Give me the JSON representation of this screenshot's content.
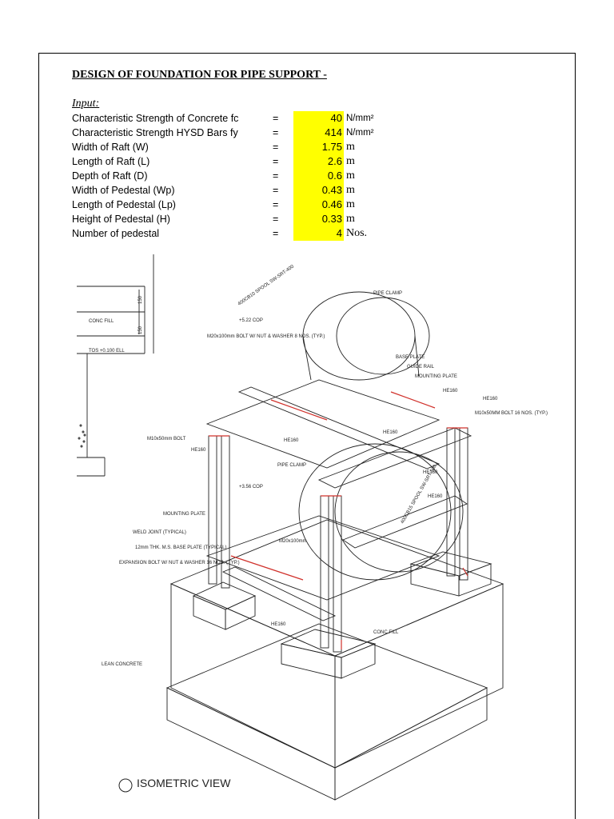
{
  "document": {
    "title": "DESIGN OF FOUNDATION FOR PIPE SUPPORT -",
    "input_heading": "Input:"
  },
  "inputs": [
    {
      "label": "Characteristic Strength of Concrete fc",
      "eq": "=",
      "value": "40",
      "unit": "N/mm²",
      "unit_style": "sans"
    },
    {
      "label": "Characteristic Strength HYSD Bars fy",
      "eq": "=",
      "value": "414",
      "unit": "N/mm²",
      "unit_style": "sans"
    },
    {
      "label": "Width of Raft (W)",
      "eq": "=",
      "value": "1.75",
      "unit": "m",
      "unit_style": "serif"
    },
    {
      "label": "Length of Raft (L)",
      "eq": "=",
      "value": "2.6",
      "unit": "m",
      "unit_style": "serif"
    },
    {
      "label": "Depth of Raft (D)",
      "eq": "=",
      "value": "0.6",
      "unit": "m",
      "unit_style": "serif"
    },
    {
      "label": "Width of Pedestal (Wp)",
      "eq": "=",
      "value": "0.43",
      "unit": "m",
      "unit_style": "serif"
    },
    {
      "label": "Length of Pedestal (Lp)",
      "eq": "=",
      "value": "0.46",
      "unit": "m",
      "unit_style": "serif"
    },
    {
      "label": "Height of Pedestal (H)",
      "eq": "=",
      "value": "0.33",
      "unit": "m",
      "unit_style": "serif"
    },
    {
      "label": "Number of pedestal",
      "eq": "=",
      "value": "4",
      "unit": "Nos.",
      "unit_style": "serif"
    }
  ],
  "highlight_color": "#ffff00",
  "drawing": {
    "section_labels": {
      "conc_fill": "CONC FILL",
      "dim_top": "150",
      "dim_mid": "150",
      "level": "TOS +0.100 ELL"
    },
    "callouts": {
      "pipe_top": "400CB10 SPOOL SW-SRT-400",
      "pipe_clamp_top": "PIPE CLAMP",
      "bolt_top": "M20x100mm BOLT W/ NUT & WASHER 8 NOS. (TYP.)",
      "cop_top": "+5.22 COP",
      "base_plate": "BASE PLATE",
      "guide_rail": "GUIDE RAIL",
      "mounting_plate_top": "MOUNTING PLATE",
      "he160_a": "HE160",
      "he160_b": "HE160",
      "bolt_right": "M10x50MM BOLT 16 NOS. (TYP.)",
      "bolt_left": "M10x50mm BOLT",
      "he160_c": "HE160",
      "he160_d": "HE160",
      "he160_left": "HE160",
      "pipe_clamp_mid": "PIPE CLAMP",
      "cop_mid": "+3.56 COP",
      "he160_e": "HE160",
      "he160_f": "HE160",
      "mounting_plate_mid": "MOUNTING PLATE",
      "weld_joint": "WELD JOINT (TYPICAL)",
      "base_plate_thk": "12mm THK. M.S. BASE PLATE (TYPICAL)",
      "expansion_bolt": "EXPANSION BOLT W/ NUT & WASHER 16 NOS. (TYP.)",
      "bolt_mid": "M20x100mm",
      "pipe_bottom": "400CB15 SPOOL SW-SRT-500",
      "he160_g": "HE160",
      "conc_fill_bottom": "CONC FILL",
      "lean_concrete": "LEAN CONCRETE",
      "view_title": "ISOMETRIC VIEW"
    }
  }
}
